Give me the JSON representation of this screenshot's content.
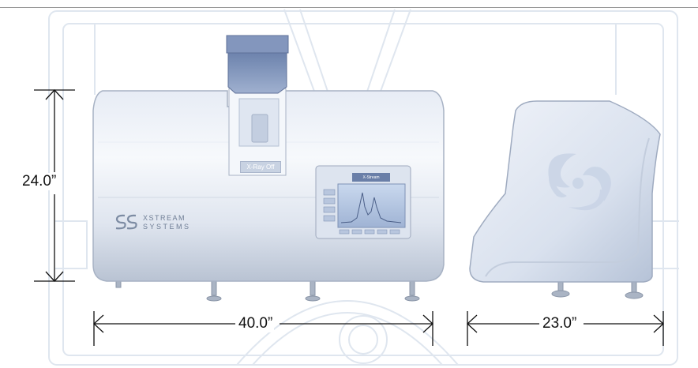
{
  "dimensions": {
    "height": "24.0”",
    "width": "40.0”",
    "depth": "23.0”"
  },
  "instrument": {
    "xray_label": "X-Ray Off",
    "brand_line1": "XSTREAM",
    "brand_line2": "SYSTEMS",
    "screen_title": "X-Stream"
  }
}
